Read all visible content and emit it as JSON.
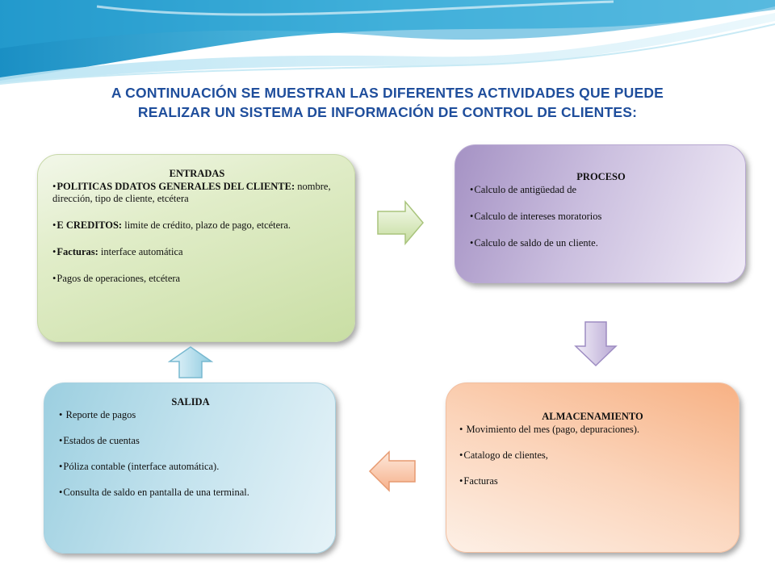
{
  "title": {
    "line1": "A CONTINUACIÓN SE MUESTRAN LAS DIFERENTES ACTIVIDADES QUE PUEDE",
    "line2": "REALIZAR UN SISTEMA DE INFORMACIÓN DE CONTROL DE CLIENTES:"
  },
  "entradas": {
    "heading": "ENTRADAS",
    "items": [
      {
        "bold": "POLITICAS DDATOS GENERALES DEL CLIENTE:",
        "text": " nombre, dirección, tipo de cliente, etcétera"
      },
      {
        "bold": "E CREDITOS:",
        "text": " limite de crédito, plazo de pago, etcétera."
      },
      {
        "bold": "Facturas:",
        "text": " interface automática"
      },
      {
        "bold": "",
        "text": "Pagos de operaciones, etcétera"
      }
    ]
  },
  "proceso": {
    "heading": "PROCESO",
    "items": [
      "Calculo de antigüedad de",
      "Calculo de intereses moratorios",
      "Calculo de saldo de un cliente."
    ]
  },
  "salida": {
    "heading": "SALIDA",
    "items": [
      " Reporte de pagos",
      "Estados de cuentas",
      "Póliza contable (interface automática).",
      "Consulta de saldo en pantalla de una terminal."
    ]
  },
  "almacenamiento": {
    "heading": "ALMACENAMIENTO",
    "items": [
      " Movimiento del mes (pago, depuraciones).",
      "Catalogo de clientes,",
      "Facturas"
    ]
  },
  "colors": {
    "title": "#1f4e9c",
    "entradas": "#d6e6b8",
    "proceso": "#b9aad4",
    "salida": "#b3dbe9",
    "almacenamiento": "#f9c2a0"
  }
}
